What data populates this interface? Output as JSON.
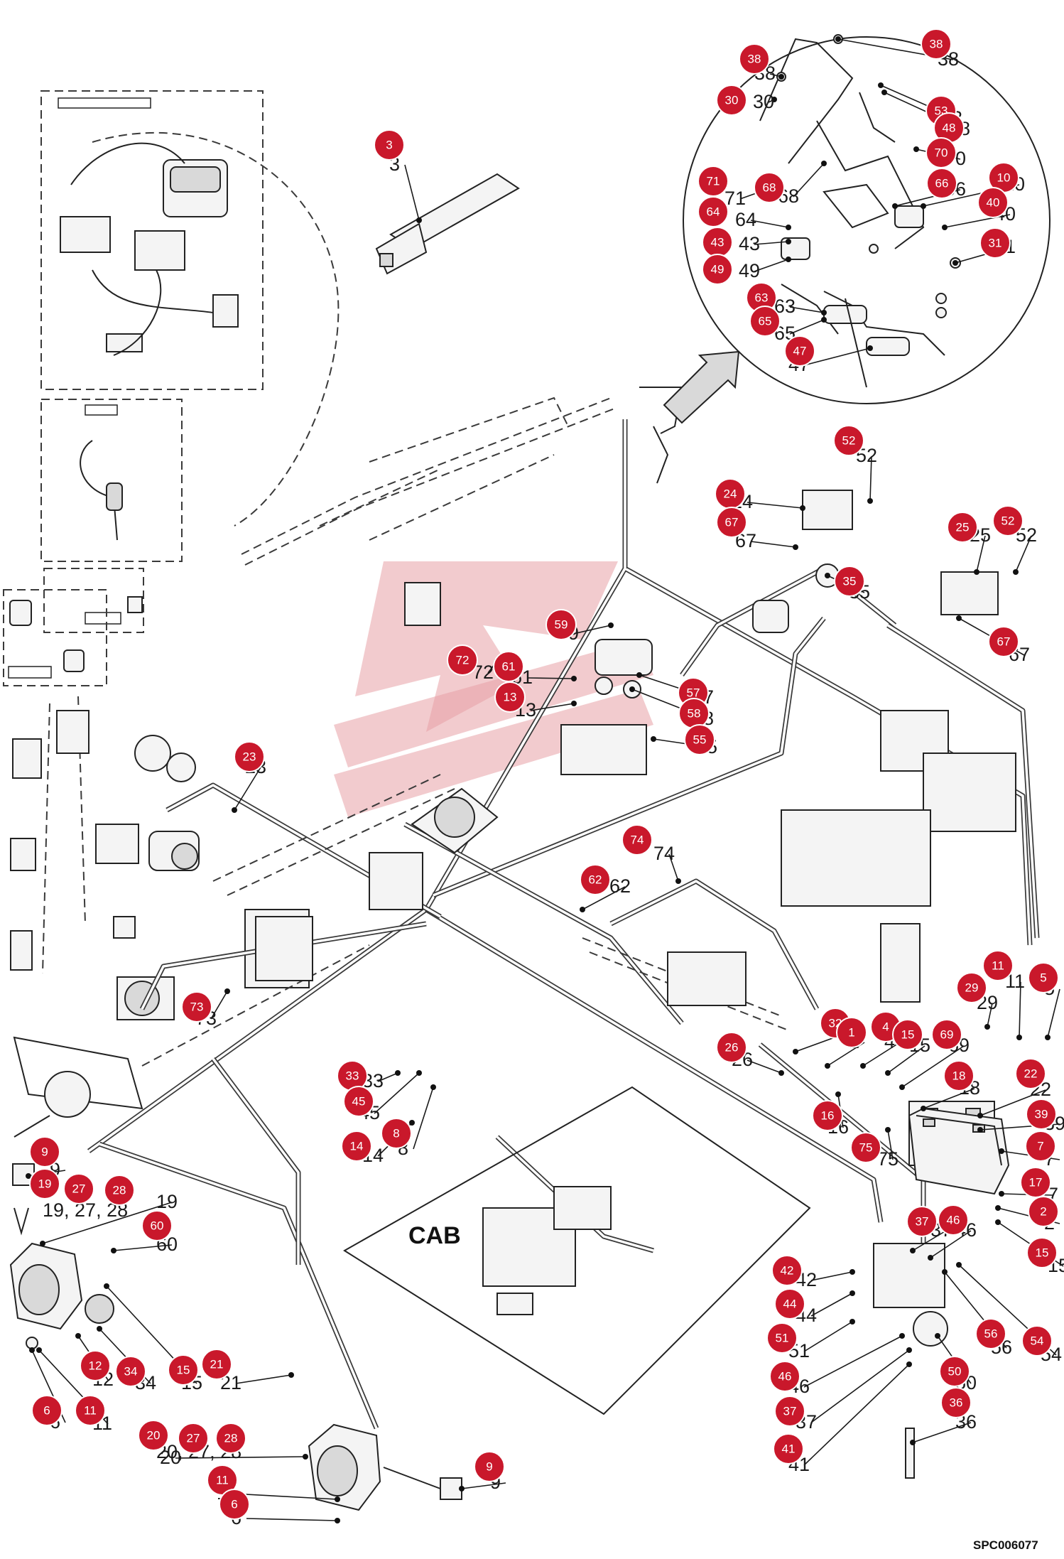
{
  "drawing_ref": "SPC006077",
  "area_labels": {
    "cab": "CAB"
  },
  "legend": [
    {
      "n": "3",
      "label": "3"
    },
    {
      "n": "38",
      "label": "38"
    },
    {
      "n": "30",
      "label": "30"
    },
    {
      "n": "53",
      "label": "53"
    },
    {
      "n": "48",
      "label": "48"
    },
    {
      "n": "70",
      "label": "70"
    },
    {
      "n": "71",
      "label": "71"
    },
    {
      "n": "68",
      "label": "68"
    },
    {
      "n": "66",
      "label": "66"
    },
    {
      "n": "10",
      "label": "10"
    },
    {
      "n": "64",
      "label": "64"
    },
    {
      "n": "40",
      "label": "40"
    },
    {
      "n": "43",
      "label": "43"
    },
    {
      "n": "31",
      "label": "31"
    },
    {
      "n": "49",
      "label": "49"
    },
    {
      "n": "63",
      "label": "63"
    },
    {
      "n": "65",
      "label": "65"
    },
    {
      "n": "47",
      "label": "47"
    },
    {
      "n": "52",
      "label": "52"
    },
    {
      "n": "24",
      "label": "24"
    },
    {
      "n": "67",
      "label": "67"
    },
    {
      "n": "25",
      "label": "25"
    },
    {
      "n": "35",
      "label": "35"
    },
    {
      "n": "59",
      "label": "59"
    },
    {
      "n": "72",
      "label": "72"
    },
    {
      "n": "61",
      "label": "61"
    },
    {
      "n": "57",
      "label": "57"
    },
    {
      "n": "13",
      "label": "13"
    },
    {
      "n": "58",
      "label": "58"
    },
    {
      "n": "55",
      "label": "55"
    },
    {
      "n": "23",
      "label": "23"
    },
    {
      "n": "74",
      "label": "74"
    },
    {
      "n": "62",
      "label": "62"
    },
    {
      "n": "73",
      "label": "73"
    },
    {
      "n": "11",
      "label": "11"
    },
    {
      "n": "5",
      "label": "5"
    },
    {
      "n": "29",
      "label": "29"
    },
    {
      "n": "32",
      "label": "32"
    },
    {
      "n": "1",
      "label": "1"
    },
    {
      "n": "4",
      "label": "4"
    },
    {
      "n": "15",
      "label": "15"
    },
    {
      "n": "69",
      "label": "69"
    },
    {
      "n": "26",
      "label": "26"
    },
    {
      "n": "22",
      "label": "22"
    },
    {
      "n": "18",
      "label": "18"
    },
    {
      "n": "33",
      "label": "33"
    },
    {
      "n": "45",
      "label": "45"
    },
    {
      "n": "8",
      "label": "8"
    },
    {
      "n": "14",
      "label": "14"
    },
    {
      "n": "16",
      "label": "16"
    },
    {
      "n": "39",
      "label": "39"
    },
    {
      "n": "7",
      "label": "7"
    },
    {
      "n": "75",
      "label": "75"
    },
    {
      "n": "9",
      "label": "9"
    },
    {
      "n": "19",
      "label": "19"
    },
    {
      "n": "27",
      "label": "27"
    },
    {
      "n": "28",
      "label": "28"
    },
    {
      "n": "60",
      "label": "60"
    },
    {
      "n": "17",
      "label": "17"
    },
    {
      "n": "2",
      "label": "2"
    },
    {
      "n": "37",
      "label": "37"
    },
    {
      "n": "46",
      "label": "46"
    },
    {
      "n": "42",
      "label": "42"
    },
    {
      "n": "44",
      "label": "44"
    },
    {
      "n": "51",
      "label": "51"
    },
    {
      "n": "56",
      "label": "56"
    },
    {
      "n": "54",
      "label": "54"
    },
    {
      "n": "12",
      "label": "12"
    },
    {
      "n": "34",
      "label": "34"
    },
    {
      "n": "21",
      "label": "21"
    },
    {
      "n": "6",
      "label": "6"
    },
    {
      "n": "50",
      "label": "50"
    },
    {
      "n": "36",
      "label": "36"
    },
    {
      "n": "41",
      "label": "41"
    },
    {
      "n": "20",
      "label": "20"
    }
  ],
  "combined_labels": {
    "lamp_front": "19, 27, 28",
    "lamp_rear": "20, 27, 28"
  }
}
